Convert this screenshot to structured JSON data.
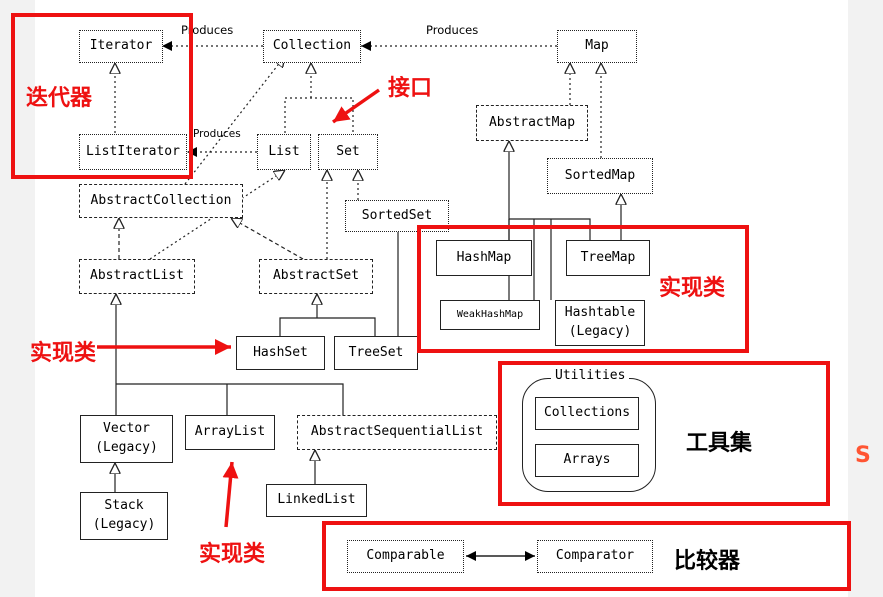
{
  "interfaces": {
    "iterator": "Iterator",
    "list_iterator": "ListIterator",
    "collection": "Collection",
    "list": "List",
    "set": "Set",
    "sorted_set": "SortedSet",
    "map": "Map",
    "sorted_map": "SortedMap"
  },
  "abstract_classes": {
    "abstract_collection": "AbstractCollection",
    "abstract_list": "AbstractList",
    "abstract_set": "AbstractSet",
    "abstract_map": "AbstractMap",
    "abstract_sequential_list": "AbstractSequentialList"
  },
  "classes": {
    "hash_set": "HashSet",
    "tree_set": "TreeSet",
    "hash_map": "HashMap",
    "tree_map": "TreeMap",
    "weak_hash_map": "WeakHashMap",
    "hashtable": "Hashtable",
    "hashtable_note": "(Legacy)",
    "vector": "Vector",
    "vector_note": "(Legacy)",
    "array_list": "ArrayList",
    "linked_list": "LinkedList",
    "stack": "Stack",
    "stack_note": "(Legacy)"
  },
  "relation_labels": {
    "produces_1": "Produces",
    "produces_2": "Produces",
    "produces_3": "Produces"
  },
  "utilities": {
    "title": "Utilities",
    "collections": "Collections",
    "arrays": "Arrays"
  },
  "comparison": {
    "comparable": "Comparable",
    "comparator": "Comparator"
  },
  "annotations": {
    "iterator_label": "迭代器",
    "interface_label": "接口",
    "impl_map_label": "实现类",
    "impl_set_label": "实现类",
    "impl_list_label": "实现类",
    "tools_label": "工具集",
    "comparator_label": "比较器"
  },
  "colors": {
    "annotation_red": "#ee1111",
    "line": "#222222",
    "logo": "#ff5533"
  }
}
